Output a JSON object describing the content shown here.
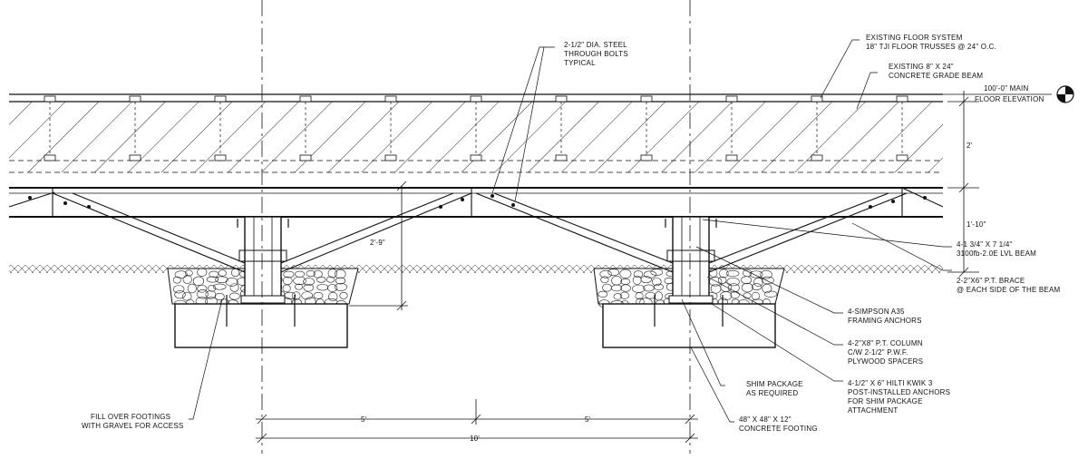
{
  "notes": {
    "bolts": [
      "2-1/2\" DIA. STEEL",
      "THROUGH BOLTS",
      "TYPICAL"
    ],
    "floor_system": [
      "EXISTING FLOOR SYSTEM",
      "18\" TJI FLOOR TRUSSES @ 24\" O.C."
    ],
    "grade_beam": [
      "EXISTING 8\" X 24\"",
      "CONCRETE GRADE BEAM"
    ],
    "main_floor": [
      "100'-0\" MAIN",
      "FLOOR ELEVATION"
    ],
    "lvl_beam": [
      "4-1 3/4\" X 7 1/4\"",
      "3100fb-2.0E LVL BEAM"
    ],
    "brace": [
      "2-2\"X6\" P.T. BRACE",
      "@ EACH SIDE OF THE BEAM"
    ],
    "anchors": [
      "4-SIMPSON A35",
      "FRAMING ANCHORS"
    ],
    "column": [
      "4-2\"X8\" P.T. COLUMN",
      "C/W 2-1/2\" P.W.F.",
      "PLYWOOD SPACERS"
    ],
    "hilti": [
      "4-1/2\" X 6\" HILTI KWIK 3",
      "POST-INSTALLED ANCHORS",
      "FOR SHIM PACKAGE",
      "ATTACHMENT"
    ],
    "shim": [
      "SHIM PACKAGE",
      "AS REQUIRED"
    ],
    "footing": [
      "48\" X 48\" X 12\"",
      "CONCRETE FOOTING"
    ],
    "gravel": [
      "FILL OVER FOOTINGS",
      "WITH GRAVEL FOR ACCESS"
    ]
  },
  "dimensions": {
    "beam_depth": "2'",
    "lvl_depth": "1'-10\"",
    "brace_height": "2'-9\"",
    "span_left": "5'",
    "span_right": "5'",
    "total": "10'"
  }
}
